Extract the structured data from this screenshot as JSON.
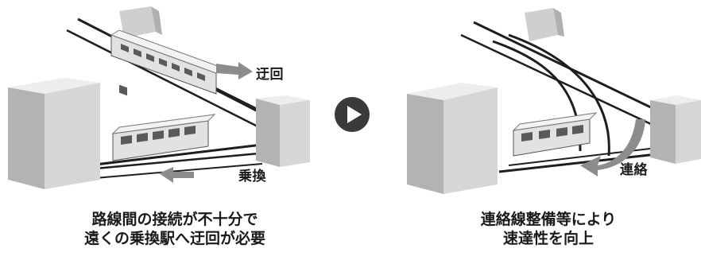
{
  "colors": {
    "track": "#1e1e1e",
    "building_front": "#d6d6d6",
    "building_side": "#b3b3b3",
    "building_top": "#ededed",
    "train_body": "#e2e2e2",
    "train_window": "#5a5a5a",
    "arrow_grey": "#8c8c8c",
    "play_button": "#3a3a3a"
  },
  "before": {
    "label_detour": "迂回",
    "label_transfer": "乗換",
    "caption_line1": "路線間の接続が不十分で",
    "caption_line2": "遠くの乗換駅へ迂回が必要"
  },
  "transition": {
    "icon": "play-arrow-icon"
  },
  "after": {
    "label_connection": "連絡",
    "caption_line1": "連絡線整備等により",
    "caption_line2": "速達性を向上"
  }
}
